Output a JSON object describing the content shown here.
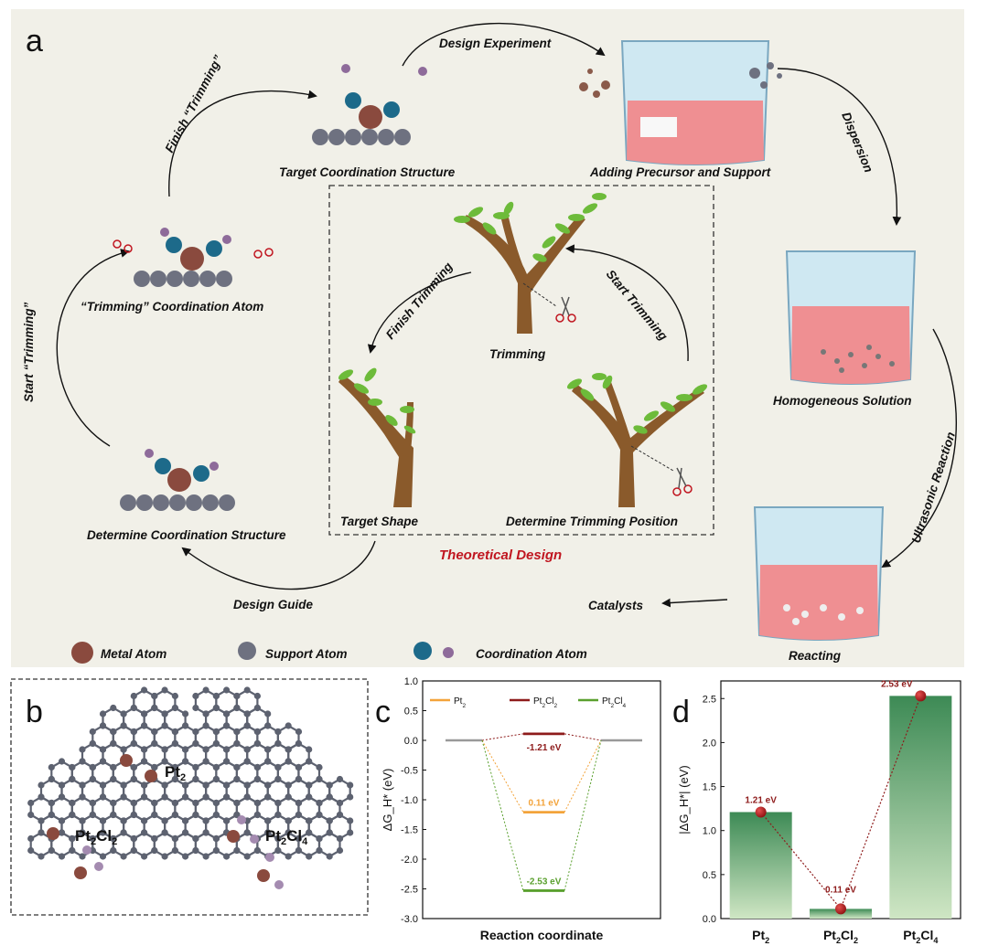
{
  "panels": {
    "a": "a",
    "b": "b",
    "c": "c",
    "d": "d"
  },
  "panel_a": {
    "steps": {
      "design_experiment": "Design Experiment",
      "finish_trimming_outer": "Finish “Trimming”",
      "target_coordination_structure": "Target Coordination Structure",
      "adding_precursor": "Adding Precursor and Support",
      "dispersion": "Dispersion",
      "homogeneous_solution": "Homogeneous Solution",
      "ultrasonic_reaction": "Ultrasonic Reaction",
      "reacting": "Reacting",
      "catalysts": "Catalysts",
      "trimming_coordination_atom": "“Trimming” Coordination Atom",
      "start_trimming_outer": "Start “Trimming”",
      "determine_coordination_structure": "Determine Coordination Structure",
      "design_guide": "Design Guide",
      "theoretical_design": "Theoretical Design"
    },
    "inner": {
      "trimming": "Trimming",
      "finish_trimming": "Finish Trimming",
      "start_trimming": "Start Trimming",
      "target_shape": "Target Shape",
      "determine_trimming_position": "Determine Trimming Position"
    },
    "legend": {
      "metal_atom": "Metal Atom",
      "support_atom": "Support Atom",
      "coordination_atom": "Coordination Atom"
    },
    "colors": {
      "background": "#f1f0e8",
      "metal": "#8a4a3e",
      "support": "#6e7180",
      "coordination_blue": "#1d6a8a",
      "coordination_purple": "#8e6b9a",
      "theoretical_design_text": "#c0151f",
      "trunk": "#8a5a2b",
      "leaf": "#6dbb3a",
      "liquid": "#ef8f92"
    },
    "icons": [
      "scissors-icon",
      "beaker-icon",
      "tree-icon",
      "atom-cluster-icon"
    ]
  },
  "panel_b": {
    "labels": {
      "pt2_base": "Pt",
      "pt2_sub": "2",
      "pt2cl2_a": "Pt",
      "pt2cl2_b": "2",
      "pt2cl2_c": "Cl",
      "pt2cl2_d": "2",
      "pt2cl4_a": "Pt",
      "pt2cl4_b": "2",
      "pt2cl4_c": "Cl",
      "pt2cl4_d": "4"
    }
  },
  "chart_data": [
    {
      "panel": "c",
      "type": "line",
      "xlabel": "Reaction coordinate",
      "ylabel": "ΔG_H* (eV)",
      "ylim": [
        -3.0,
        1.0
      ],
      "yticks": [
        "1.0",
        "0.5",
        "0.0",
        "-0.5",
        "-1.0",
        "-1.5",
        "-2.0",
        "-2.5",
        "-3.0"
      ],
      "ytick_values": [
        1.0,
        0.5,
        0.0,
        -0.5,
        -1.0,
        -1.5,
        -2.0,
        -2.5,
        -3.0
      ],
      "legend": "top",
      "series": [
        {
          "name": "Pt2",
          "color": "#f3a33a",
          "values": [
            0,
            -1.21,
            0
          ]
        },
        {
          "name": "Pt2Cl2",
          "color": "#8e1b1b",
          "values": [
            0,
            0.11,
            0
          ]
        },
        {
          "name": "Pt2Cl4",
          "color": "#5aa02e",
          "values": [
            0,
            -2.53,
            0
          ]
        }
      ],
      "data_labels": [
        "0.11 eV",
        "-1.21 eV",
        "-2.53 eV"
      ]
    },
    {
      "panel": "d",
      "type": "bar",
      "categories": [
        "Pt2",
        "Pt2Cl2",
        "Pt2Cl4"
      ],
      "values": [
        1.21,
        0.11,
        2.53
      ],
      "ylabel": "|ΔG_H*| (eV)",
      "ylim": [
        0,
        2.7
      ],
      "yticks": [
        "0.0",
        "0.5",
        "1.0",
        "1.5",
        "2.0",
        "2.5"
      ],
      "ytick_values": [
        0.0,
        0.5,
        1.0,
        1.5,
        2.0,
        2.5
      ],
      "data_labels": [
        "1.21 eV",
        "0.11 eV",
        "2.53 eV"
      ]
    }
  ]
}
